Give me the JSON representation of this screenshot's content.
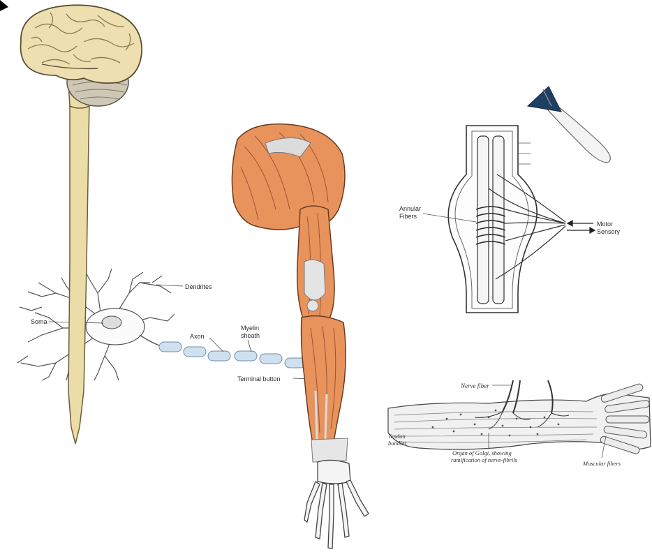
{
  "neuron": {
    "dendrites": "Dendrites",
    "soma": "Soma",
    "axon": "Axon",
    "myelin_line1": "Myelin",
    "myelin_line2": "sheath",
    "terminal": "Terminal button"
  },
  "spindle": {
    "annular_line1": "Annular",
    "annular_line2": "Fibers",
    "motor": "Motor",
    "sensory": "Sensory"
  },
  "golgi": {
    "nerve_fiber": "Nerve fiber",
    "tendon_line1": "Tendon",
    "tendon_line2": "bundles",
    "organ_line1": "Organ of Golgi, showing",
    "organ_line2": "ramification of nerve-fibrils",
    "muscular": "Muscular fibers"
  },
  "colors": {
    "brain_fill": "#eedfb0",
    "cerebellum_fill": "#cfc7b6",
    "spinal_cord_fill": "#ecdca8",
    "muscle_fill": "#e8935c",
    "myelin_fill": "#cfe0ee",
    "hammer_head": "#1f3f63"
  }
}
